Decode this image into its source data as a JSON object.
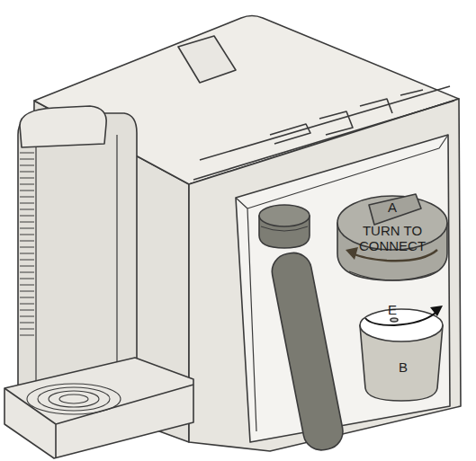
{
  "diagram": {
    "labels": [
      "A",
      "TURN TO CONNECT",
      "E",
      "B"
    ]
  }
}
